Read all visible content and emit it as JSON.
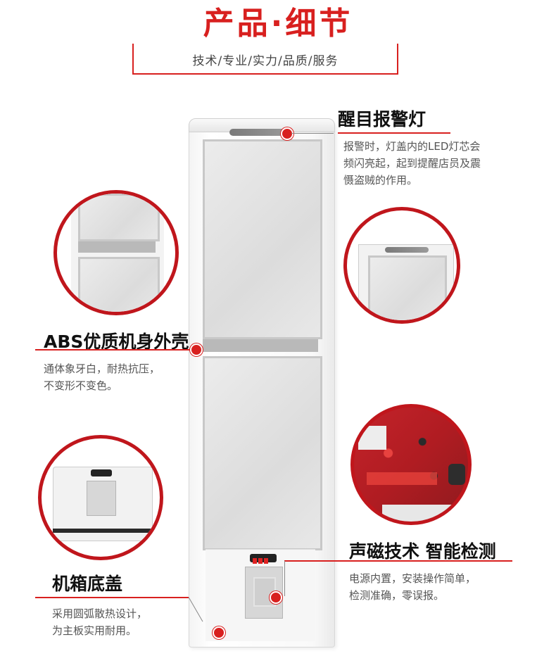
{
  "header": {
    "title": "产品·细节",
    "subtitle": "技术/专业/实力/品质/服务"
  },
  "features": {
    "alarm_light": {
      "title": "醒目报警灯",
      "desc": [
        "报警时，灯盖内的LED灯芯会",
        "频闪亮起，起到提醒店员及震",
        "慑盗贼的作用。"
      ]
    },
    "abs_shell": {
      "title": "ABS优质机身外壳",
      "desc": [
        "通体象牙白，耐热抗压，",
        "不变形不变色。"
      ]
    },
    "acoustic_magnetic": {
      "title": "声磁技术 智能检测",
      "desc": [
        "电源内置，安装操作简单，",
        "检测准确，零误报。"
      ]
    },
    "chassis_base": {
      "title": "机箱底盖",
      "desc": [
        "采用圆弧散热设计，",
        "为主板实用耐用。"
      ]
    }
  },
  "colors": {
    "accent": "#d8201f",
    "circle_border": "#c0161c"
  }
}
